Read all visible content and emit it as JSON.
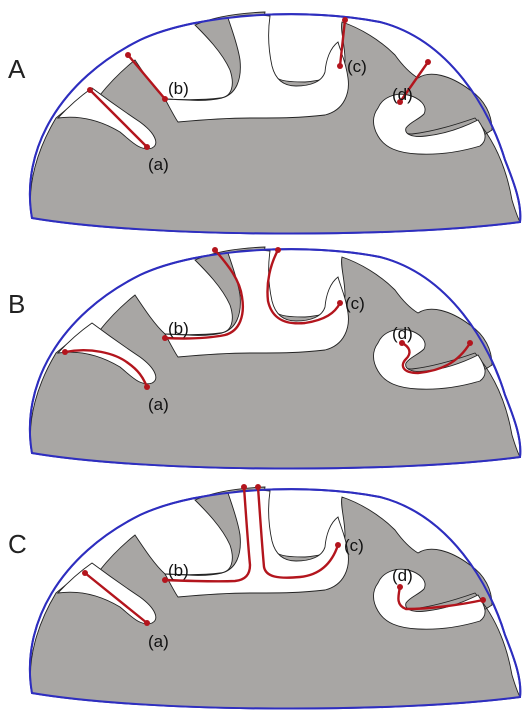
{
  "colors": {
    "background": "#ffffff",
    "outline": "#2e2ebf",
    "tissue": "#a8a6a4",
    "cut": "#b3151d",
    "text": "#111111"
  },
  "panels": [
    {
      "label": "A",
      "points": [
        "(a)",
        "(b)",
        "(c)",
        "(d)"
      ]
    },
    {
      "label": "B",
      "points": [
        "(a)",
        "(b)",
        "(c)",
        "(d)"
      ]
    },
    {
      "label": "C",
      "points": [
        "(a)",
        "(b)",
        "(c)",
        "(d)"
      ]
    }
  ]
}
